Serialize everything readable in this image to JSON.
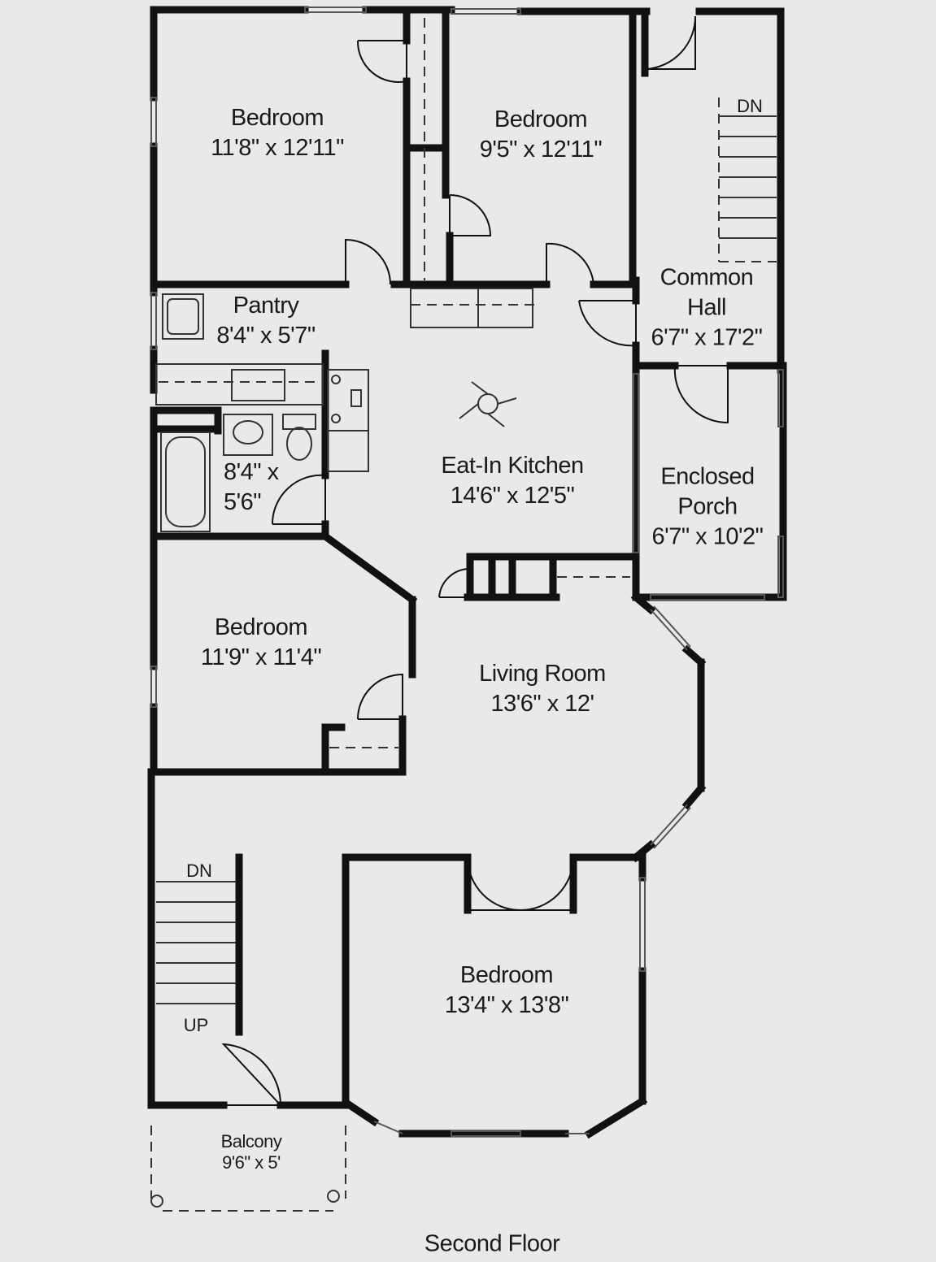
{
  "floor_title": "Second Floor",
  "rooms": {
    "bedroom_nw": {
      "name": "Bedroom",
      "size": "11'8\" x 12'11\""
    },
    "bedroom_n": {
      "name": "Bedroom",
      "size": "9'5\" x 12'11\""
    },
    "common_hall": {
      "name": "Common",
      "name2": "Hall",
      "size": "6'7\" x 17'2\""
    },
    "pantry": {
      "name": "Pantry",
      "size": "8'4\" x 5'7\""
    },
    "bath": {
      "line1": "8'4\" x",
      "line2": "5'6\""
    },
    "kitchen": {
      "name": "Eat-In Kitchen",
      "size": "14'6\" x 12'5\""
    },
    "porch": {
      "name": "Enclosed",
      "name2": "Porch",
      "size": "6'7\" x 10'2\""
    },
    "bedroom_w": {
      "name": "Bedroom",
      "size": "11'9\" x 11'4\""
    },
    "living": {
      "name": "Living Room",
      "size": "13'6\" x 12'"
    },
    "bedroom_s": {
      "name": "Bedroom",
      "size": "13'4\" x 13'8\""
    },
    "balcony": {
      "name": "Balcony",
      "size": "9'6\" x 5'"
    }
  },
  "stairs": {
    "hall_stair": "DN",
    "rear_stair_down": "DN",
    "rear_stair_up": "UP"
  }
}
